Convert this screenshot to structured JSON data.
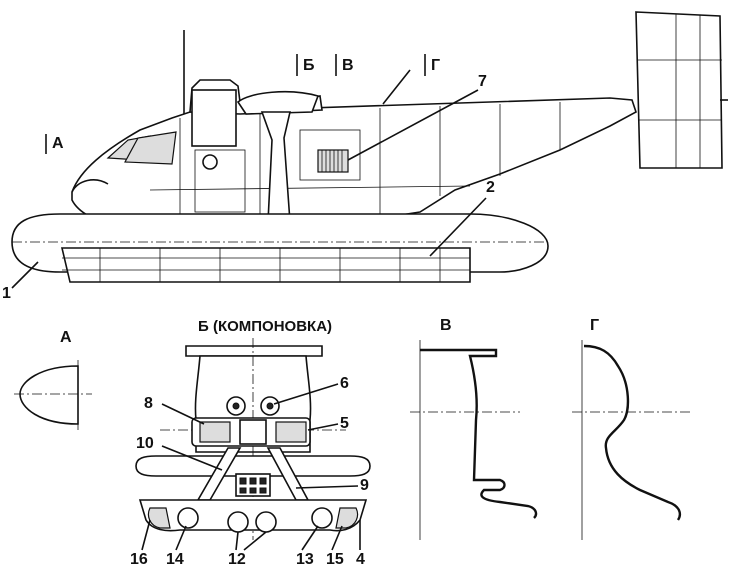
{
  "section_markers": {
    "a": "А",
    "b": "Б",
    "v": "В",
    "g": "Г"
  },
  "section_titles": {
    "a": "А",
    "b": "Б (КОМПОНОВКА)",
    "v": "В",
    "g": "Г"
  },
  "callouts": {
    "n1": "1",
    "n2": "2",
    "n4": "4",
    "n5": "5",
    "n6": "6",
    "n7": "7",
    "n8": "8",
    "n9": "9",
    "n10": "10",
    "n12": "12",
    "n13": "13",
    "n14": "14",
    "n15": "15",
    "n16": "16"
  }
}
